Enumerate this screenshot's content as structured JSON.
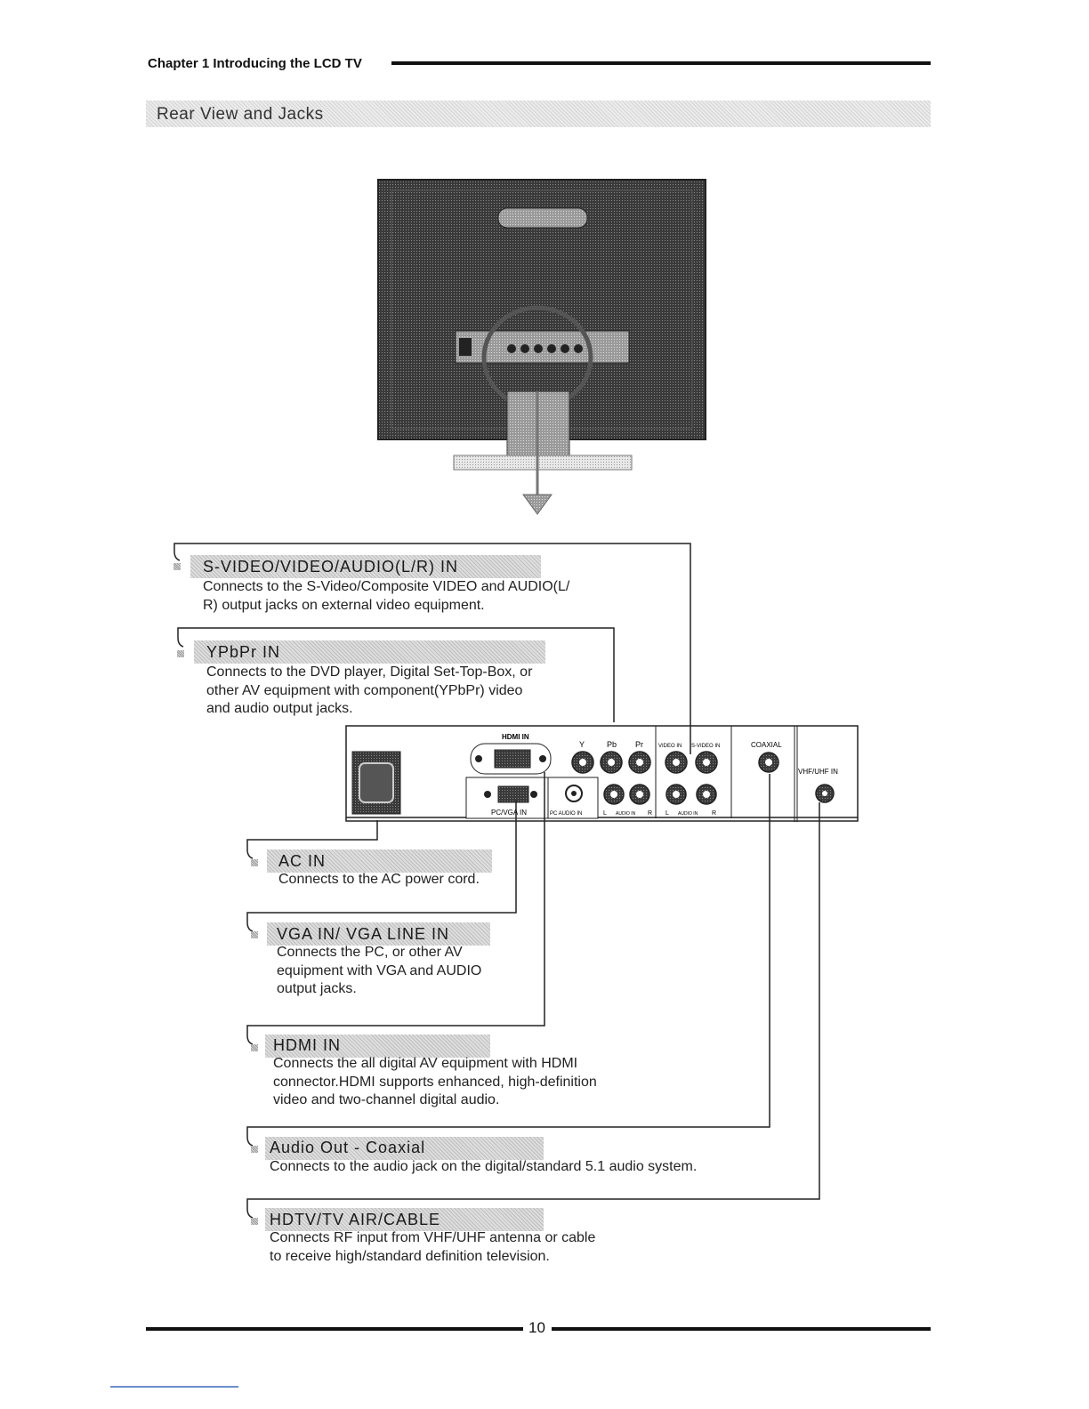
{
  "header": {
    "chapter": "Chapter 1 Introducing the LCD TV",
    "section_title": "Rear View and Jacks"
  },
  "panel_labels": {
    "hdmi_in": "HDMI IN",
    "y": "Y",
    "pb": "Pb",
    "pr": "Pr",
    "video_in": "VIDEO IN",
    "s_video_in": "S-VIDEO IN",
    "coaxial": "COAXIAL",
    "vhf_uhf_in": "VHF/UHF IN",
    "pc_vga_in": "PC/VGA IN",
    "pc_audio_in": "PC AUDIO IN",
    "audio_in": "AUDIO IN",
    "l": "L",
    "r": "R"
  },
  "jacks": [
    {
      "title": "S-VIDEO/VIDEO/AUDIO(L/R) IN",
      "lines": [
        "Connects to the S-Video/Composite VIDEO and AUDIO(L/",
        "R) output jacks on external video equipment."
      ]
    },
    {
      "title": "YPbPr IN",
      "lines": [
        "Connects to the DVD player, Digital Set-Top-Box, or",
        "other AV equipment with component(YPbPr) video",
        "and audio output jacks."
      ]
    },
    {
      "title": "AC IN",
      "lines": [
        "Connects to the AC power cord."
      ]
    },
    {
      "title": "VGA IN/ VGA LINE IN",
      "lines": [
        "Connects the PC, or other AV",
        "equipment with VGA and AUDIO",
        "output jacks."
      ]
    },
    {
      "title": "HDMI IN",
      "lines": [
        "Connects the all digital AV equipment with HDMI",
        "connector.HDMI supports enhanced, high-definition",
        "video and two-channel digital audio."
      ]
    },
    {
      "title": "Audio Out - Coaxial",
      "lines": [
        "Connects to the audio jack on the digital/standard 5.1 audio system."
      ]
    },
    {
      "title": "HDTV/TV AIR/CABLE",
      "lines": [
        "Connects RF input from VHF/UHF antenna or cable",
        "to receive high/standard definition television."
      ]
    }
  ],
  "footer": {
    "page_number": "10"
  }
}
